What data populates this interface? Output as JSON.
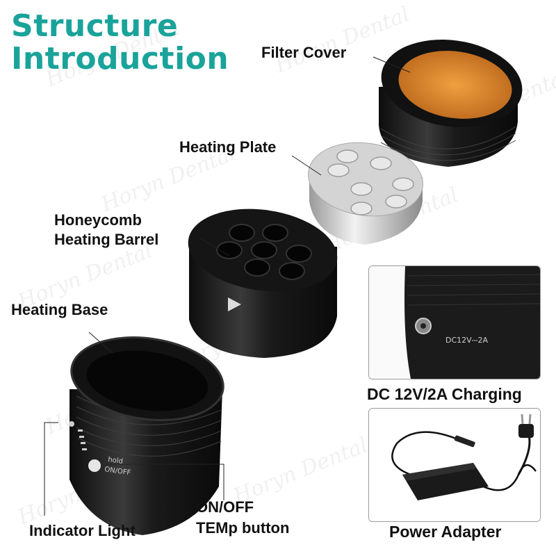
{
  "title": {
    "line1": "Structure",
    "line2": "Introduction"
  },
  "parts": {
    "filter_cover": "Filter Cover",
    "heating_plate": "Heating Plate",
    "barrel_line1": "Honeycomb",
    "barrel_line2": "Heating Barrel",
    "heating_base": "Heating Base",
    "indicator_light": "Indicator Light",
    "onoff_line1": "ON/OFF",
    "onoff_line2": "TEMp button"
  },
  "device": {
    "hold_text": "hold",
    "onoff_text": "ON/OFF",
    "port_text": "DC12V⎓2A"
  },
  "panels": {
    "charging_caption": "DC 12V/2A Charging",
    "adapter_caption": "Power Adapter"
  },
  "watermark": {
    "text": "Horyn Dental"
  },
  "colors": {
    "accent": "#1aa39a",
    "device_black": "#1b1b1b",
    "filter_amber": "#d98a2a",
    "plate_silver": "#c8c8c8"
  }
}
